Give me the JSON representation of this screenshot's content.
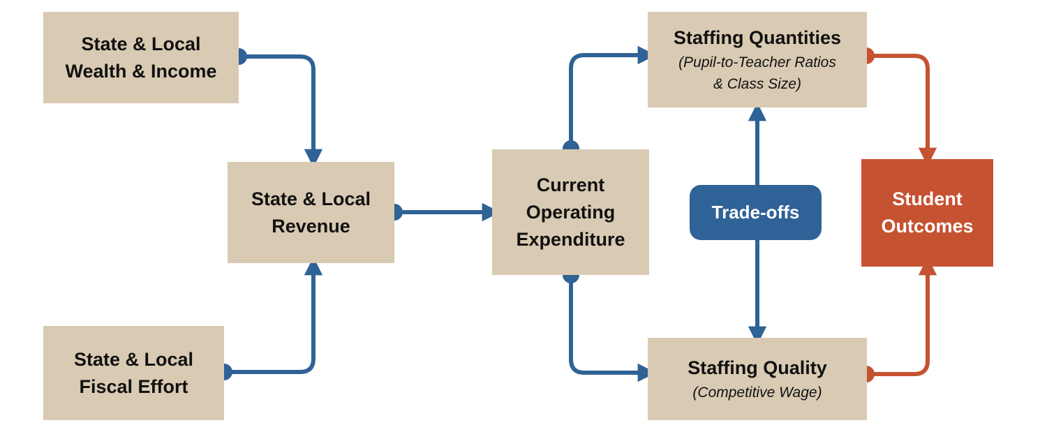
{
  "colors": {
    "box": "#d9cab3",
    "blue": "#2f6296",
    "orange": "#c55231",
    "text": "#111111"
  },
  "nodes": {
    "wealth": {
      "title": "State & Local\nWealth & Income"
    },
    "revenue": {
      "title": "State & Local\nRevenue"
    },
    "effort": {
      "title": "State & Local\nFiscal Effort"
    },
    "expenditure": {
      "title": "Current\nOperating\nExpenditure"
    },
    "quantities": {
      "title": "Staffing Quantities",
      "subtitle": "(Pupil-to-Teacher Ratios\n& Class Size)"
    },
    "quality": {
      "title": "Staffing Quality",
      "subtitle": "(Competitive Wage)"
    },
    "outcomes": {
      "title": "Student\nOutcomes"
    }
  },
  "tradeoffs": {
    "label": "Trade-offs"
  }
}
